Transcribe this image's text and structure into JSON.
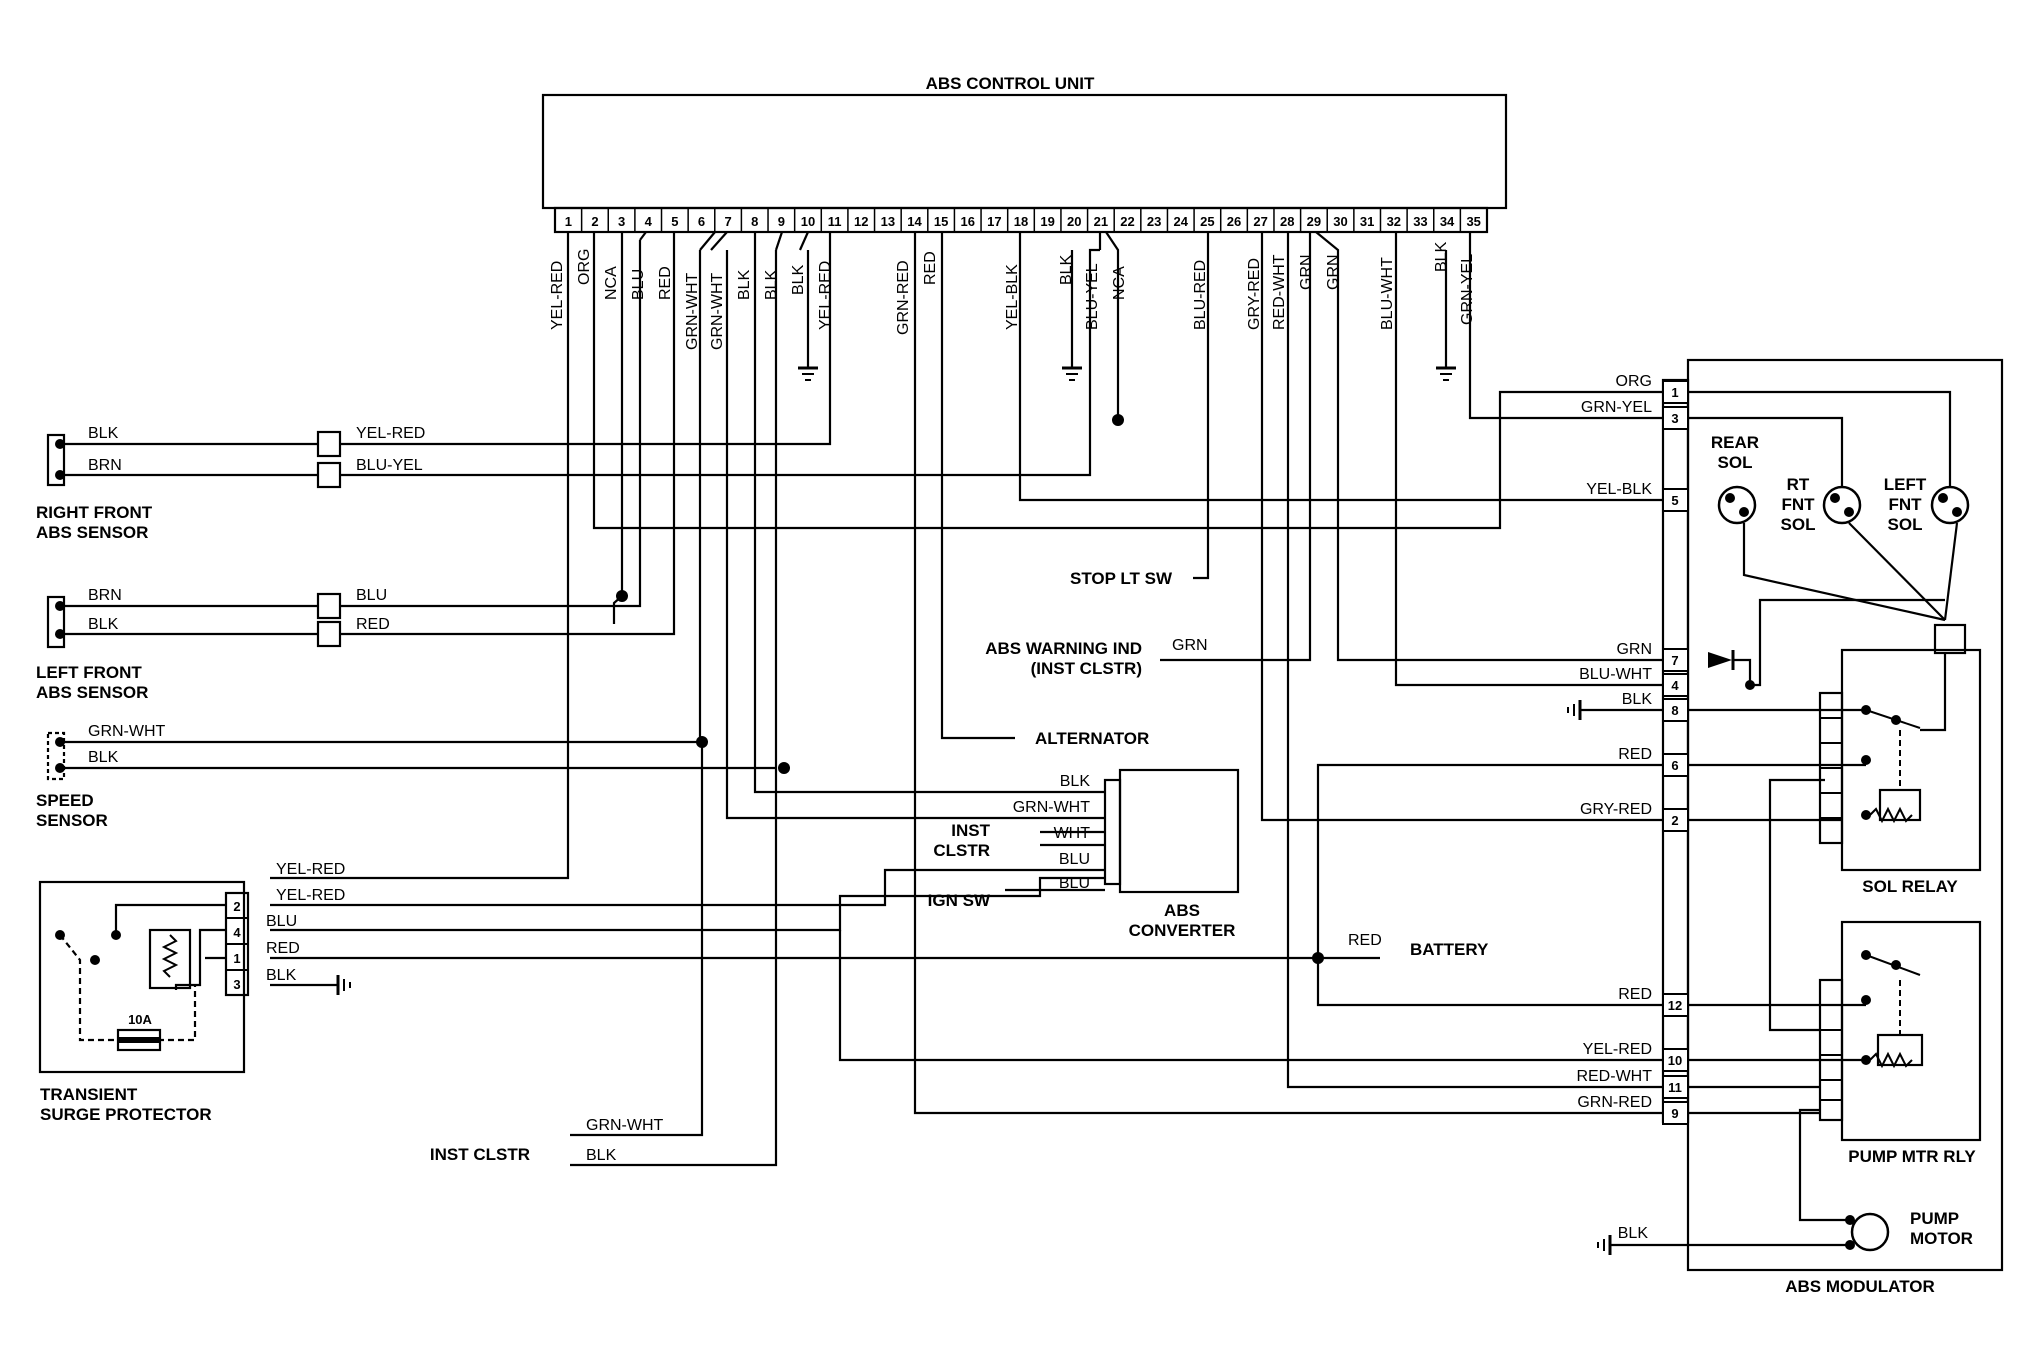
{
  "components": {
    "abs_control_unit": "ABS CONTROL UNIT",
    "right_front_sensor": [
      "RIGHT FRONT",
      "ABS SENSOR"
    ],
    "left_front_sensor": [
      "LEFT FRONT",
      "ABS SENSOR"
    ],
    "speed_sensor": [
      "SPEED",
      "SENSOR"
    ],
    "transient_surge_protector": [
      "TRANSIENT",
      "SURGE PROTECTOR"
    ],
    "surge_fuse": "10A",
    "abs_converter": [
      "ABS",
      "CONVERTER"
    ],
    "abs_modulator": "ABS MODULATOR",
    "sol_relay": "SOL RELAY",
    "pump_mtr_rly": "PUMP MTR RLY",
    "pump_motor": [
      "PUMP",
      "MOTOR"
    ],
    "rear_sol": [
      "REAR",
      "SOL"
    ],
    "rt_fnt_sol": [
      "RT",
      "FNT",
      "SOL"
    ],
    "left_fnt_sol": [
      "LEFT",
      "FNT",
      "SOL"
    ]
  },
  "destinations": {
    "stop_lt_sw": "STOP LT SW",
    "abs_warning_ind": [
      "ABS WARNING IND",
      "(INST CLSTR)"
    ],
    "alternator": "ALTERNATOR",
    "inst_clstr_converter": [
      "INST",
      "CLSTR"
    ],
    "ign_sw": "IGN SW",
    "battery": "BATTERY",
    "inst_clstr_bottom": "INST CLSTR"
  },
  "ecu_pins": [
    "1",
    "2",
    "3",
    "4",
    "5",
    "6",
    "7",
    "8",
    "9",
    "10",
    "11",
    "12",
    "13",
    "14",
    "15",
    "16",
    "17",
    "18",
    "19",
    "20",
    "21",
    "22",
    "23",
    "24",
    "25",
    "26",
    "27",
    "28",
    "29",
    "30",
    "31",
    "32",
    "33",
    "34",
    "35"
  ],
  "ecu_pin_wires": [
    {
      "pin": 1,
      "color": "YEL-RED"
    },
    {
      "pin": 2,
      "color": "ORG"
    },
    {
      "pin": 3,
      "color": "NCA"
    },
    {
      "pin": 4,
      "color": "BLU"
    },
    {
      "pin": 5,
      "color": "RED"
    },
    {
      "pin": 6,
      "color": "GRN-WHT"
    },
    {
      "pin": 6,
      "color": "GRN-WHT"
    },
    {
      "pin": 7,
      "color": "BLK"
    },
    {
      "pin": 8,
      "color": "BLK"
    },
    {
      "pin": 9,
      "color": "BLK"
    },
    {
      "pin": 10,
      "color": "YEL-RED"
    },
    {
      "pin": 14,
      "color": "GRN-RED"
    },
    {
      "pin": 15,
      "color": "RED"
    },
    {
      "pin": 18,
      "color": "YEL-BLK"
    },
    {
      "pin": 20,
      "color": "BLK"
    },
    {
      "pin": 20,
      "color": "BLU-YEL"
    },
    {
      "pin": 21,
      "color": "NCA"
    },
    {
      "pin": 25,
      "color": "BLU-RED"
    },
    {
      "pin": 27,
      "color": "GRY-RED"
    },
    {
      "pin": 28,
      "color": "RED-WHT"
    },
    {
      "pin": 29,
      "color": "GRN"
    },
    {
      "pin": 30,
      "color": "GRN"
    },
    {
      "pin": 32,
      "color": "BLU-WHT"
    },
    {
      "pin": 34,
      "color": "BLK"
    },
    {
      "pin": 34,
      "color": "GRN-YEL"
    }
  ],
  "sensor_wires": {
    "rf_blk": "BLK",
    "rf_brn": "BRN",
    "rf_yel_red": "YEL-RED",
    "rf_blu_yel": "BLU-YEL",
    "lf_brn": "BRN",
    "lf_blk": "BLK",
    "lf_blu": "BLU",
    "lf_red": "RED",
    "sp_grn_wht": "GRN-WHT",
    "sp_blk": "BLK"
  },
  "surge_wires": {
    "yel_red_1": "YEL-RED",
    "yel_red_2": "YEL-RED",
    "blu": "BLU",
    "red": "RED",
    "blk": "BLK"
  },
  "surge_pins": [
    "2",
    "4",
    "1",
    "3"
  ],
  "converter_wires": {
    "blk": "BLK",
    "grn_wht": "GRN-WHT",
    "wht": "WHT",
    "blu": "BLU",
    "ign_blu": "BLU"
  },
  "misc_wires": {
    "abs_warn_grn": "GRN",
    "battery_red": "RED",
    "inst_grn_wht": "GRN-WHT",
    "inst_blk": "BLK",
    "pump_blk": "BLK"
  },
  "modulator_wires": [
    {
      "pin": "1",
      "color": "ORG"
    },
    {
      "pin": "3",
      "color": "GRN-YEL"
    },
    {
      "pin": "5",
      "color": "YEL-BLK"
    },
    {
      "pin": "7",
      "color": "GRN"
    },
    {
      "pin": "4",
      "color": "BLU-WHT"
    },
    {
      "pin": "8",
      "color": "BLK"
    },
    {
      "pin": "6",
      "color": "RED"
    },
    {
      "pin": "2",
      "color": "GRY-RED"
    },
    {
      "pin": "12",
      "color": "RED"
    },
    {
      "pin": "10",
      "color": "YEL-RED"
    },
    {
      "pin": "11",
      "color": "RED-WHT"
    },
    {
      "pin": "9",
      "color": "GRN-RED"
    }
  ]
}
